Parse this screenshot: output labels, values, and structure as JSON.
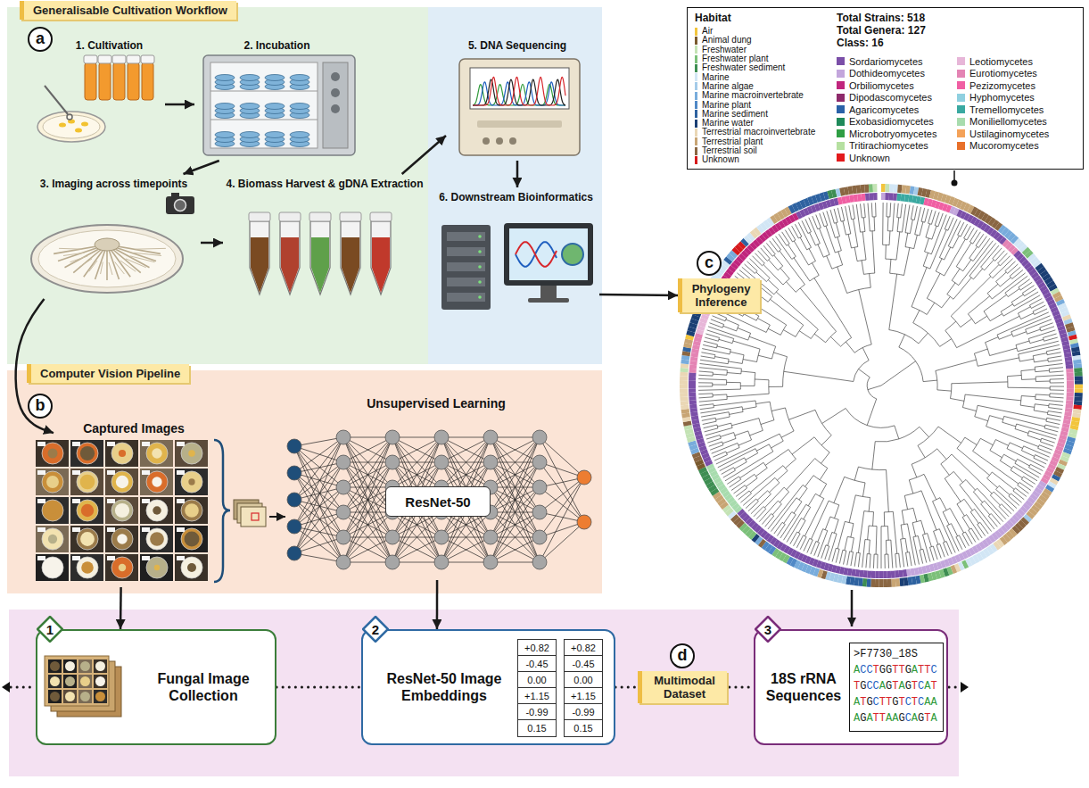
{
  "diagram": {
    "nodes": [
      {
        "text": [
          "Generalisable Cultivation Workflow"
        ]
      },
      {
        "text": [
          "a"
        ],
        "in": 0
      },
      {
        "text": [
          "1. Cultivation"
        ],
        "in": 0
      },
      {
        "text": [
          "2. Incubation"
        ],
        "in": 0
      },
      {
        "text": [
          "3. Imaging across timepoints"
        ],
        "in": 0
      },
      {
        "text": [
          "4. Biomass Harvest & gDNA Extraction"
        ],
        "in": 0
      },
      {
        "text": [
          "5. DNA Sequencing"
        ]
      },
      {
        "text": [
          "6. Downstream Bioinformatics"
        ]
      },
      {
        "text": [
          "Computer Vision Pipeline"
        ]
      },
      {
        "text": [
          "b"
        ],
        "in": 8
      },
      {
        "text": [
          "Captured Images"
        ],
        "in": 8
      },
      {
        "text": [
          "Unsupervised Learning"
        ],
        "in": 8
      },
      {
        "text": [
          "ResNet-50"
        ],
        "in": 11
      },
      {
        "text": [
          "c"
        ]
      },
      {
        "text": [
          "Phylogeny Inference"
        ]
      },
      {
        "text": [
          "Habitat",
          "Total Strains: 518",
          "Total Genera: 127",
          "Class: 16"
        ]
      },
      {
        "text": [
          "Multimodal Dataset"
        ]
      },
      {
        "text": [
          "d"
        ],
        "in": 16
      },
      {
        "text": [
          "Fungal Image Collection"
        ],
        "in": 16
      },
      {
        "text": [
          "1"
        ],
        "in": 18
      },
      {
        "text": [
          "ResNet-50 Image Embeddings"
        ],
        "in": 16
      },
      {
        "text": [
          "2"
        ],
        "in": 20
      },
      {
        "text": [
          "+0.82",
          "-0.45",
          "0.00",
          "+1.15",
          "-0.99",
          "0.15"
        ],
        "in": 20
      },
      {
        "text": [
          "+0.82",
          "-0.45",
          "0.00",
          "+1.15",
          "-0.99",
          "0.15"
        ],
        "in": 20
      },
      {
        "text": [
          "18S rRNA Sequences"
        ],
        "in": 16
      },
      {
        "text": [
          "3"
        ],
        "in": 24
      },
      {
        "text": [
          ">F7730_18S",
          "ACCTGGTTGATTC",
          "TGCCAGTAGTCAT",
          "ATGCTTGTCTCAA",
          "AGATTAAGCAGTA"
        ],
        "in": 24
      }
    ],
    "edges": [
      {
        "from": 2,
        "to": 3,
        "arrow": "to"
      },
      {
        "from": 3,
        "to": 4,
        "arrow": "to"
      },
      {
        "from": 4,
        "to": 5,
        "arrow": "to"
      },
      {
        "from": 5,
        "to": 6,
        "arrow": "to"
      },
      {
        "from": 6,
        "to": 7,
        "arrow": "to"
      },
      {
        "from": 7,
        "to": 14,
        "arrow": "to"
      },
      {
        "from": 4,
        "to": 10,
        "arrow": "to"
      },
      {
        "from": 10,
        "to": 18,
        "arrow": "to"
      },
      {
        "from": 11,
        "to": 20,
        "arrow": "to"
      },
      {
        "from": 18,
        "to": 20,
        "arrow": "none"
      },
      {
        "from": 20,
        "to": 24,
        "arrow": "none"
      }
    ],
    "legend": [
      {
        "text": "Air",
        "color": "#f2c53d"
      },
      {
        "text": "Animal dung",
        "color": "#7a5a2e"
      },
      {
        "text": "Freshwater",
        "color": "#c4e3b5"
      },
      {
        "text": "Freshwater plant",
        "color": "#7cc07a"
      },
      {
        "text": "Freshwater sediment",
        "color": "#3e8e52"
      },
      {
        "text": "Marine",
        "color": "#d2e6f5"
      },
      {
        "text": "Marine algae",
        "color": "#a4cbe9"
      },
      {
        "text": "Marine macroinvertebrate",
        "color": "#78acdc"
      },
      {
        "text": "Marine plant",
        "color": "#4f88c6"
      },
      {
        "text": "Marine sediment",
        "color": "#2e62a0"
      },
      {
        "text": "Marine water",
        "color": "#1b3f74"
      },
      {
        "text": "Terrestrial macroinvertebrate",
        "color": "#ead7b5"
      },
      {
        "text": "Terrestrial plant",
        "color": "#c8a574"
      },
      {
        "text": "Terrestrial soil",
        "color": "#8a6642"
      },
      {
        "text": "Unknown",
        "color": "#d7191c"
      },
      {
        "text": "Sordariomycetes",
        "color": "#7b4fa8"
      },
      {
        "text": "Leotiomycetes",
        "color": "#e7b6d8"
      },
      {
        "text": "Dothideomycetes",
        "color": "#c3a6dc"
      },
      {
        "text": "Eurotiomycetes",
        "color": "#e484b4"
      },
      {
        "text": "Orbiliomycetes",
        "color": "#c0267e"
      },
      {
        "text": "Pezizomycetes",
        "color": "#f05fa3"
      },
      {
        "text": "Dipodascomycetes",
        "color": "#8e2a6b"
      },
      {
        "text": "Hyphomycetes",
        "color": "#8fd0e0"
      },
      {
        "text": "Agaricomycetes",
        "color": "#2a62a8"
      },
      {
        "text": "Tremellomycetes",
        "color": "#3aa9a1"
      },
      {
        "text": "Exobasidiomycetes",
        "color": "#1f8a5a"
      },
      {
        "text": "Moniliellomycetes",
        "color": "#a8dcae"
      },
      {
        "text": "Microbotryomycetes",
        "color": "#2f9e44"
      },
      {
        "text": "Ustilaginomycetes",
        "color": "#f4a259"
      },
      {
        "text": "Tritirachiomycetes",
        "color": "#b5e0a0"
      },
      {
        "text": "Mucoromycetes",
        "color": "#e8702a"
      },
      {
        "text": "Unknown",
        "color": "#e31a1c"
      }
    ]
  }
}
